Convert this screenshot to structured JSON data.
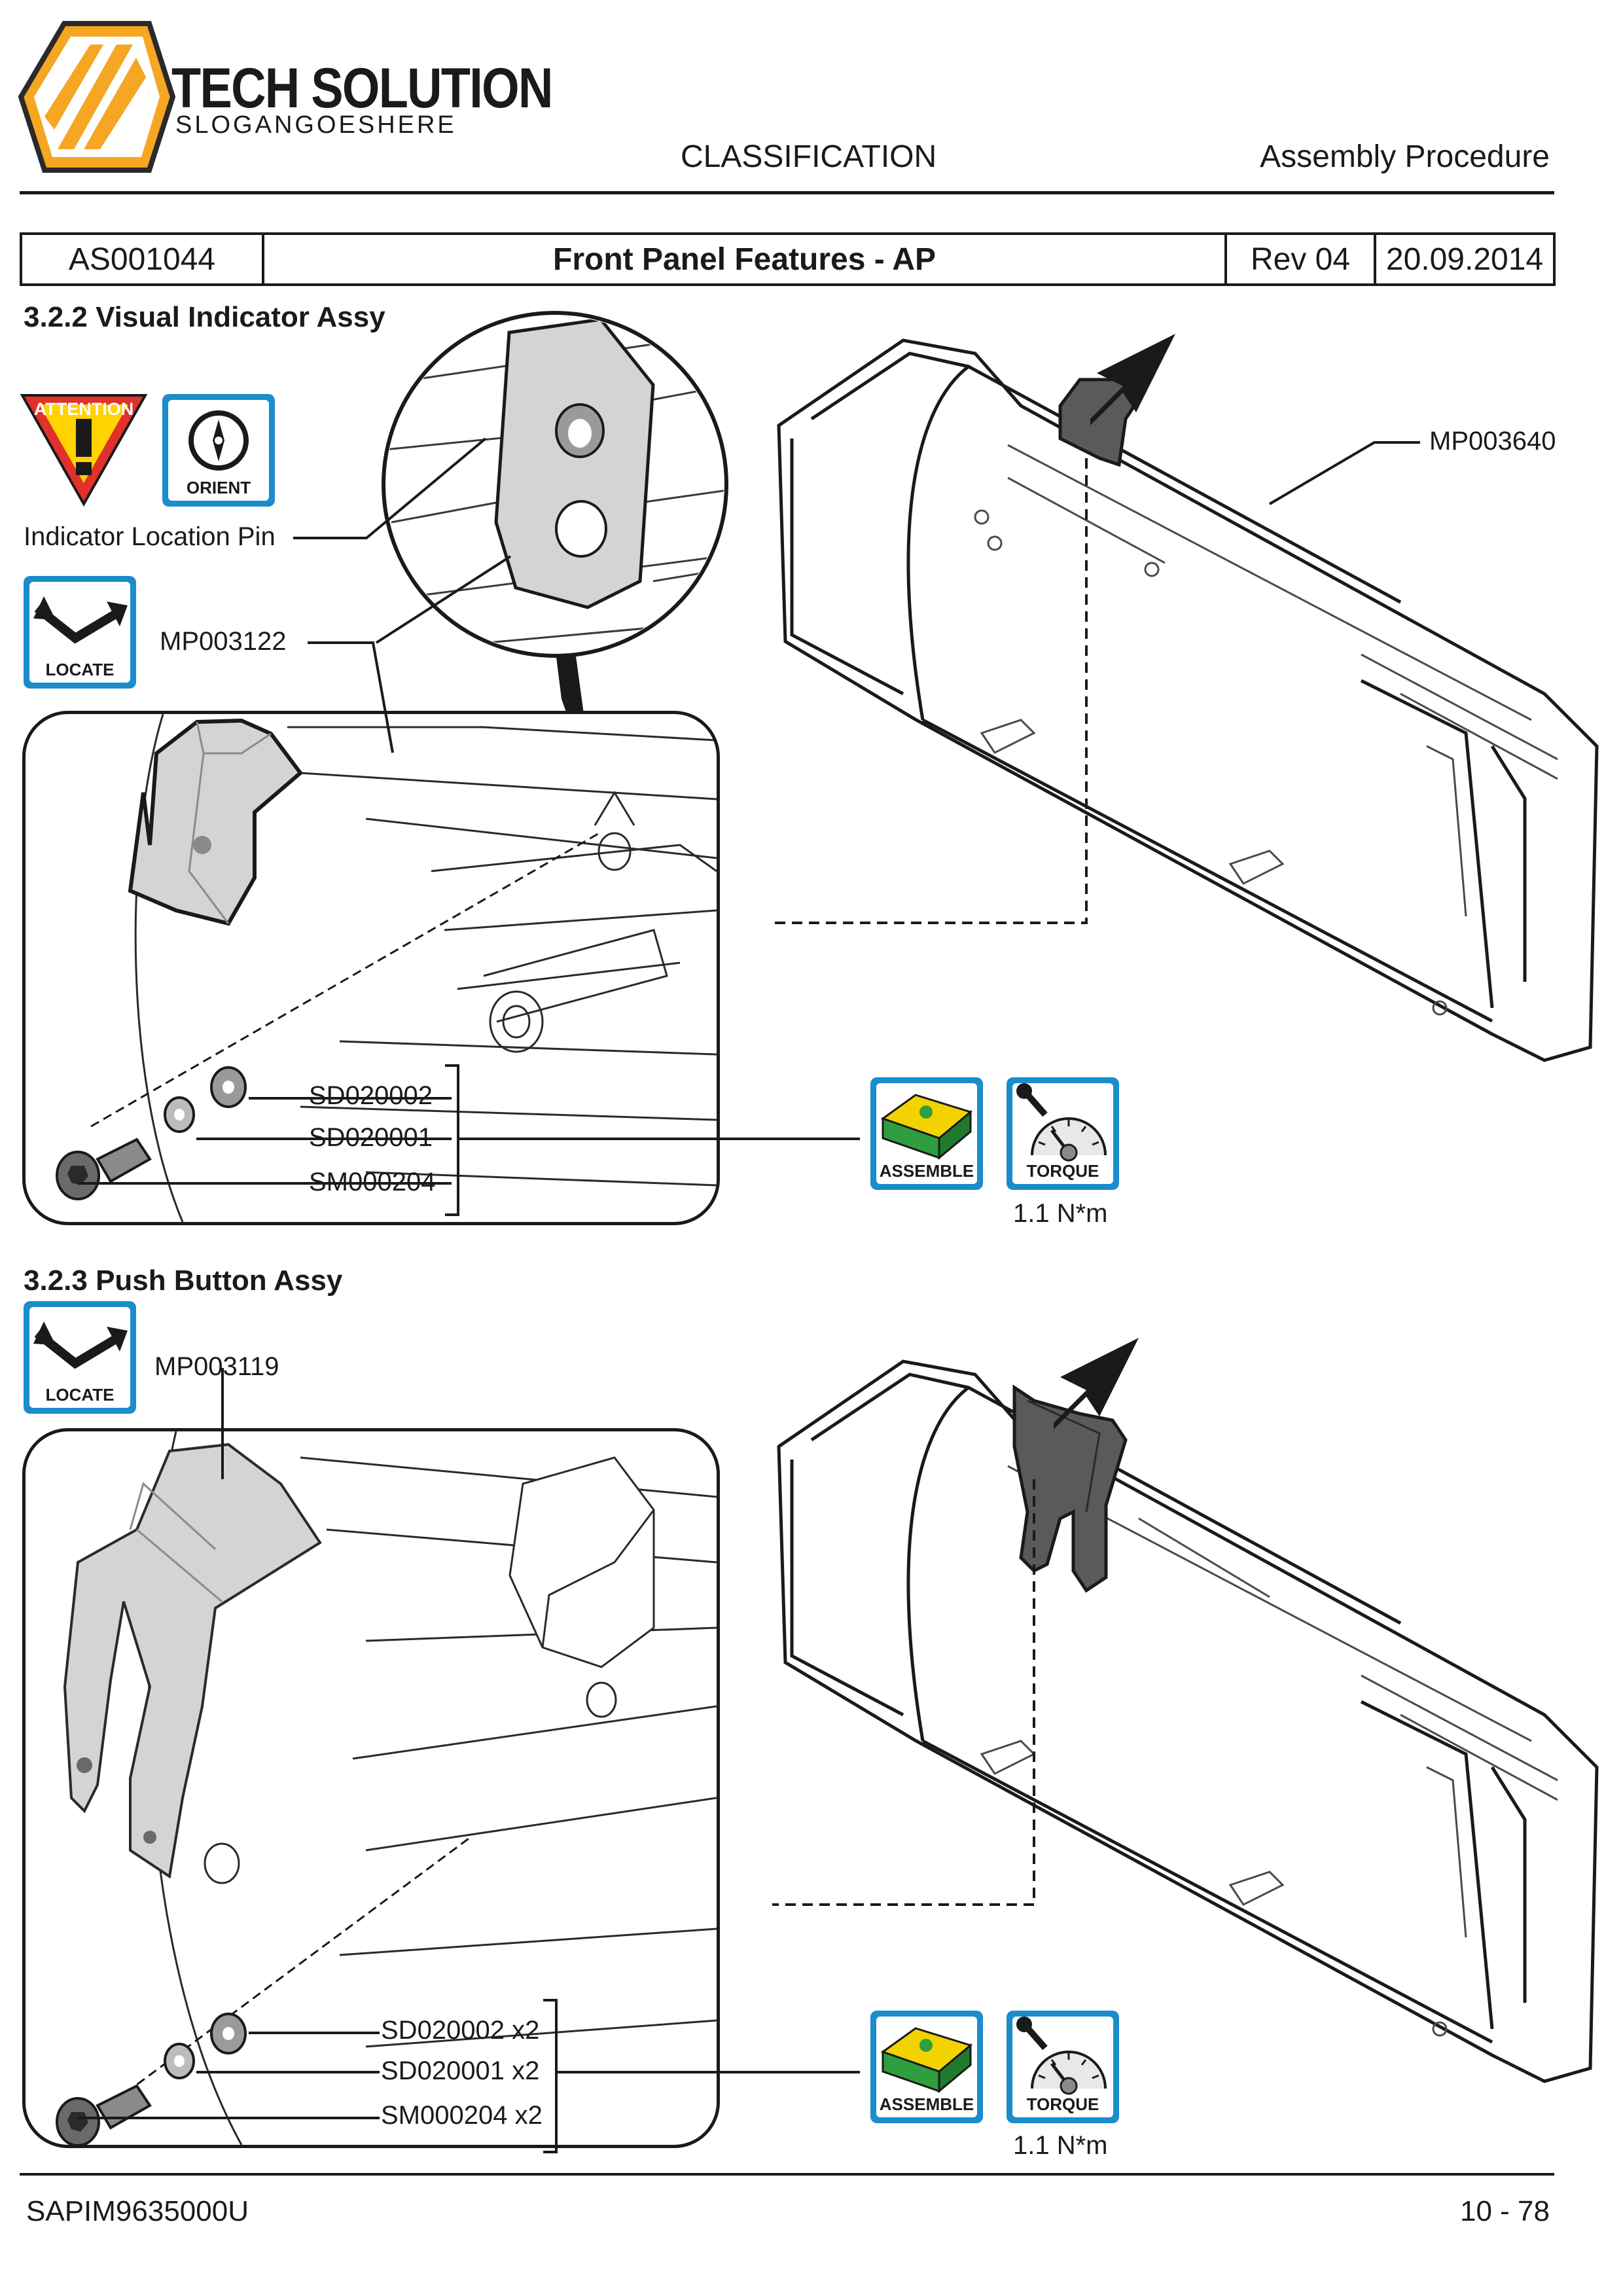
{
  "header": {
    "brand_name": "TECH SOLUTION",
    "brand_slogan": "SLOGANGOESHERE",
    "classification": "CLASSIFICATION",
    "doc_type": "Assembly Procedure"
  },
  "title_bar": {
    "doc_id": "AS001044",
    "title": "Front Panel Features - AP",
    "revision": "Rev 04",
    "date": "20.09.2014"
  },
  "section_1": {
    "heading": "3.2.2  Visual Indicator Assy",
    "attention_label": "ATTENTION",
    "orient_label": "ORIENT",
    "locate_label": "LOCATE",
    "callout_pin": "Indicator Location Pin",
    "callout_part": "MP003122",
    "callout_panel": "MP003640",
    "fasteners": [
      "SD020002",
      "SD020001",
      "SM000204"
    ],
    "assemble_label": "ASSEMBLE",
    "torque_label": "TORQUE",
    "torque_value": "1.1 N*m"
  },
  "section_2": {
    "heading": "3.2.3  Push Button Assy",
    "locate_label": "LOCATE",
    "callout_part": "MP003119",
    "fasteners": [
      "SD020002 x2",
      "SD020001 x2",
      "SM000204 x2"
    ],
    "assemble_label": "ASSEMBLE",
    "torque_label": "TORQUE",
    "torque_value": "1.1 N*m"
  },
  "footer": {
    "doc_number": "SAPIM9635000U",
    "page": "10 - 78"
  },
  "colors": {
    "icon_blue": "#1b8ccc",
    "brand_orange": "#f5a623",
    "attention_red": "#e0312b",
    "attention_yellow": "#ffd200",
    "puzzle_green": "#2e9e3f",
    "puzzle_yellow": "#f2d300",
    "part_gray": "#d4d4d4",
    "part_dark": "#5a5a5a"
  },
  "icons": [
    "logo-hexagon-icon",
    "attention-warning-icon",
    "orient-compass-icon",
    "locate-arrows-icon",
    "assemble-puzzle-icon",
    "torque-wrench-gauge-icon",
    "pointer-arrow-icon"
  ]
}
